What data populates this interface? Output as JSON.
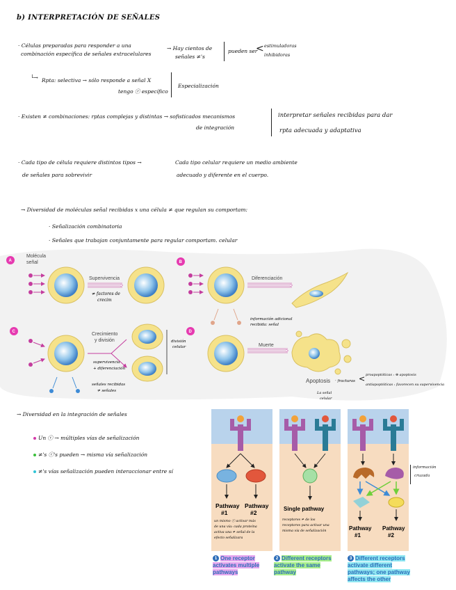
{
  "title": "b) INTERPRETACIÓN DE SEÑALES",
  "notes": {
    "l1a": "· Células preparadas para responder a una",
    "l1b": "combinación específica de señales extracelulares",
    "l1c": "Hay cientos de",
    "l1d": "señales ≠'s",
    "l1e": "pueden ser",
    "l1f": "estimuladoras",
    "l1g": "inhibidoras",
    "l2a": "Rpta: selectiva → sólo responde a señal X",
    "l2b": "tengo ⓡ específico",
    "l2c": "Especialización",
    "l3a": "· Existen ≠ combinaciones: rptas complejas y distintas → sofisticados mecanismos",
    "l3b": "de integración",
    "l3c": "interpretar señales recibidas para dar",
    "l3d": "rpta adecuada y adaptativa",
    "l4a": "· Cada tipo de célula requiere distintos tipos →",
    "l4b": "de señales para sobrevivir",
    "l4c": "Cada tipo celular requiere un medio ambiente",
    "l4d": "adecuado y diferente en el cuerpo.",
    "l5": "→ Diversidad de moléculas señal recibidas x una célula ≠ que regulan su comportam:",
    "l5a": "· Señalización combinatoria",
    "l5b": "· Señales que trabajan conjuntamente para regular comportam. celular",
    "l6": "→ Diversidad en la integración de señales",
    "l6a": "Un ⓡ → múltiples vías de señalización",
    "l6b": "≠'s ⓡ's pueden → misma vía señalización",
    "l6c": "≠'s vías señalización pueden interaccionar entre sí"
  },
  "figure1": {
    "n1": "A",
    "n2": "B",
    "n3": "C",
    "n4": "D",
    "mol_label_1": "Molécula",
    "mol_label_2": "señal",
    "survival": "Supervivencia",
    "survival_note_1": "≠ factores de",
    "survival_note_2": "crecim",
    "diff": "Diferenciación",
    "diff_note_1": "información adicional",
    "diff_note_2": "recibida: señal",
    "growth_1": "Crecimiento",
    "growth_2": "y división",
    "growth_note_1": "supervivencia",
    "growth_note_2": "+ diferenciación",
    "growth_note_3": "señales recibidas",
    "growth_note_4": "≠ señales",
    "division_note_1": "división",
    "division_note_2": "celular",
    "death": "Muerte",
    "apoptosis": "Apoptosis",
    "apop_note_1": "· fracturas",
    "apop_note_2": "proapoptóticas : ⊕ apoptosis",
    "apop_note_3": "antiapoptóticas : favorecen su supervivencia",
    "apop_note_4": "La señal",
    "apop_note_5": "celular"
  },
  "figure2": {
    "pathway1": "Pathway",
    "pathway1_num": "#1",
    "pathway2": "Pathway",
    "pathway2_num": "#2",
    "single": "Single pathway",
    "p3a": "Pathway",
    "p3a_num": "#1",
    "p3b": "Pathway",
    "p3b_num": "#2",
    "note1a": "un mismo ⓡ activar más",
    "note1b": "de una vía: cada proteína",
    "note1c": "activa una ≠ señal de la",
    "note1d": "efecto señalizara",
    "note2a": "receptores ≠ de los",
    "note2b": "receptores para activar una",
    "note2c": "misma vía de señalización",
    "side_a": "información",
    "side_b": "cruzada",
    "cap1_num": "1",
    "cap1_a": "One receptor",
    "cap1_b": "activates multiple",
    "cap1_c": "pathways",
    "cap2_num": "2",
    "cap2_a": "Different receptors",
    "cap2_b": "activate the same",
    "cap2_c": "pathway",
    "cap3_num": "3",
    "cap3_a": "Different receptors",
    "cap3_b": "activate different",
    "cap3_c": "pathways; one pathway",
    "cap3_d": "affects the other"
  }
}
